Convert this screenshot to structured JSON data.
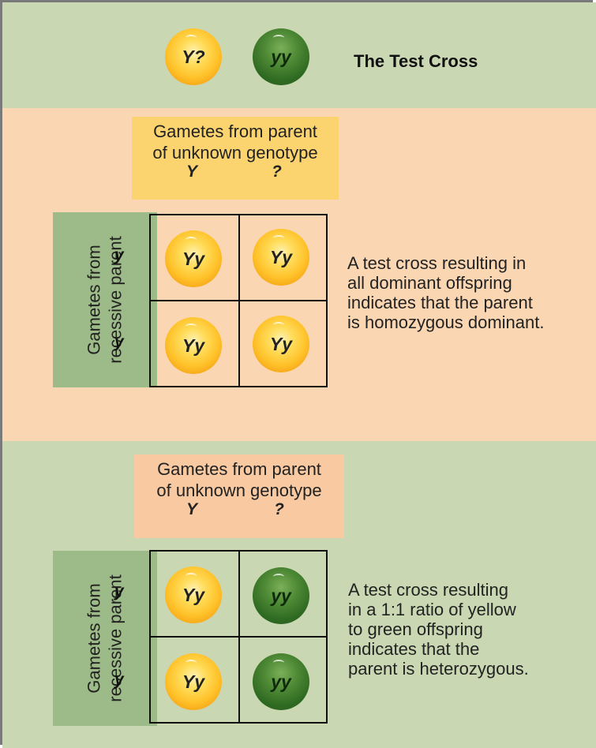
{
  "title": {
    "left_ball": "Y?",
    "right_ball": "yy",
    "label": "The Test Cross"
  },
  "cross1": {
    "top_label_line1": "Gametes from parent",
    "top_label_line2": "of unknown genotype",
    "top_allele_1": "Y",
    "top_allele_2": "?",
    "side_label_line1": "Gametes from",
    "side_label_line2": "recessive parent",
    "side_allele_1": "y",
    "side_allele_2": "y",
    "cells": [
      "Yy",
      "Yy",
      "Yy",
      "Yy"
    ],
    "description_lines": [
      "A test cross resulting in",
      "all dominant offspring",
      "indicates that the parent",
      "is homozygous dominant."
    ],
    "top_label_color": "#fbd46f",
    "side_label_color": "#9dbb88"
  },
  "cross2": {
    "top_label_line1": "Gametes from parent",
    "top_label_line2": "of unknown genotype",
    "top_allele_1": "Y",
    "top_allele_2": "?",
    "side_label_line1": "Gametes from",
    "side_label_line2": "recessive parent",
    "side_allele_1": "y",
    "side_allele_2": "y",
    "cells": [
      "Yy",
      "yy",
      "Yy",
      "yy"
    ],
    "description_lines": [
      "A test cross resulting",
      "in a 1:1 ratio of yellow",
      "to green offspring",
      "indicates that the",
      "parent is heterozygous."
    ],
    "top_label_color": "#f9c9a1",
    "side_label_color": "#9dbb88"
  },
  "colors": {
    "green_panel": "#c9d7b2",
    "peach_panel": "#fbd6b2",
    "yellow_pea": "#ffc22a",
    "green_pea": "#3b7a2a"
  }
}
